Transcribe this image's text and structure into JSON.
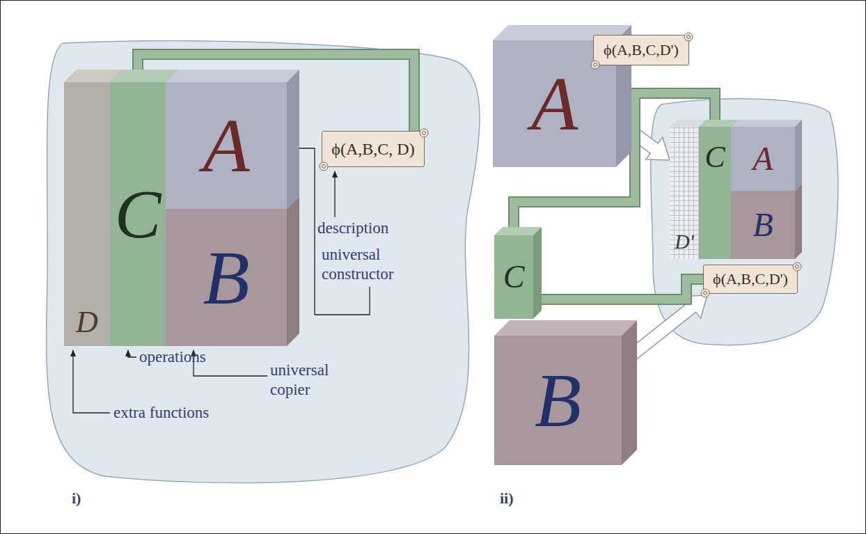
{
  "diagram": {
    "nodes": [
      {
        "text": [
          "D"
        ]
      },
      {
        "text": [
          "C"
        ]
      },
      {
        "text": [
          "A"
        ]
      },
      {
        "text": [
          "B"
        ]
      },
      {
        "text": [
          "ϕ(A,B,C, D)"
        ]
      },
      {
        "text": [
          "A"
        ]
      },
      {
        "text": [
          "ϕ(A,B,C,D')"
        ]
      },
      {
        "text": [
          "C"
        ]
      },
      {
        "text": [
          "B"
        ]
      },
      {
        "text": [
          "D'"
        ]
      },
      {
        "text": [
          "C"
        ]
      },
      {
        "text": [
          "A"
        ]
      },
      {
        "text": [
          "B"
        ]
      },
      {
        "text": [
          "ϕ(A,B,C,D')"
        ]
      }
    ],
    "edges": [
      {
        "from": 1,
        "to": 4,
        "arrow": "none"
      },
      {
        "from": 5,
        "to": 9,
        "arrow": "to"
      },
      {
        "from": 8,
        "to": 13,
        "arrow": "to"
      },
      {
        "from": 7,
        "to": 10,
        "arrow": "none"
      },
      {
        "from": 7,
        "to": 13,
        "arrow": "none"
      }
    ],
    "labels": [
      "description",
      "universal constructor",
      "universal copier",
      "operations",
      "extra functions",
      "i)",
      "ii)"
    ]
  }
}
